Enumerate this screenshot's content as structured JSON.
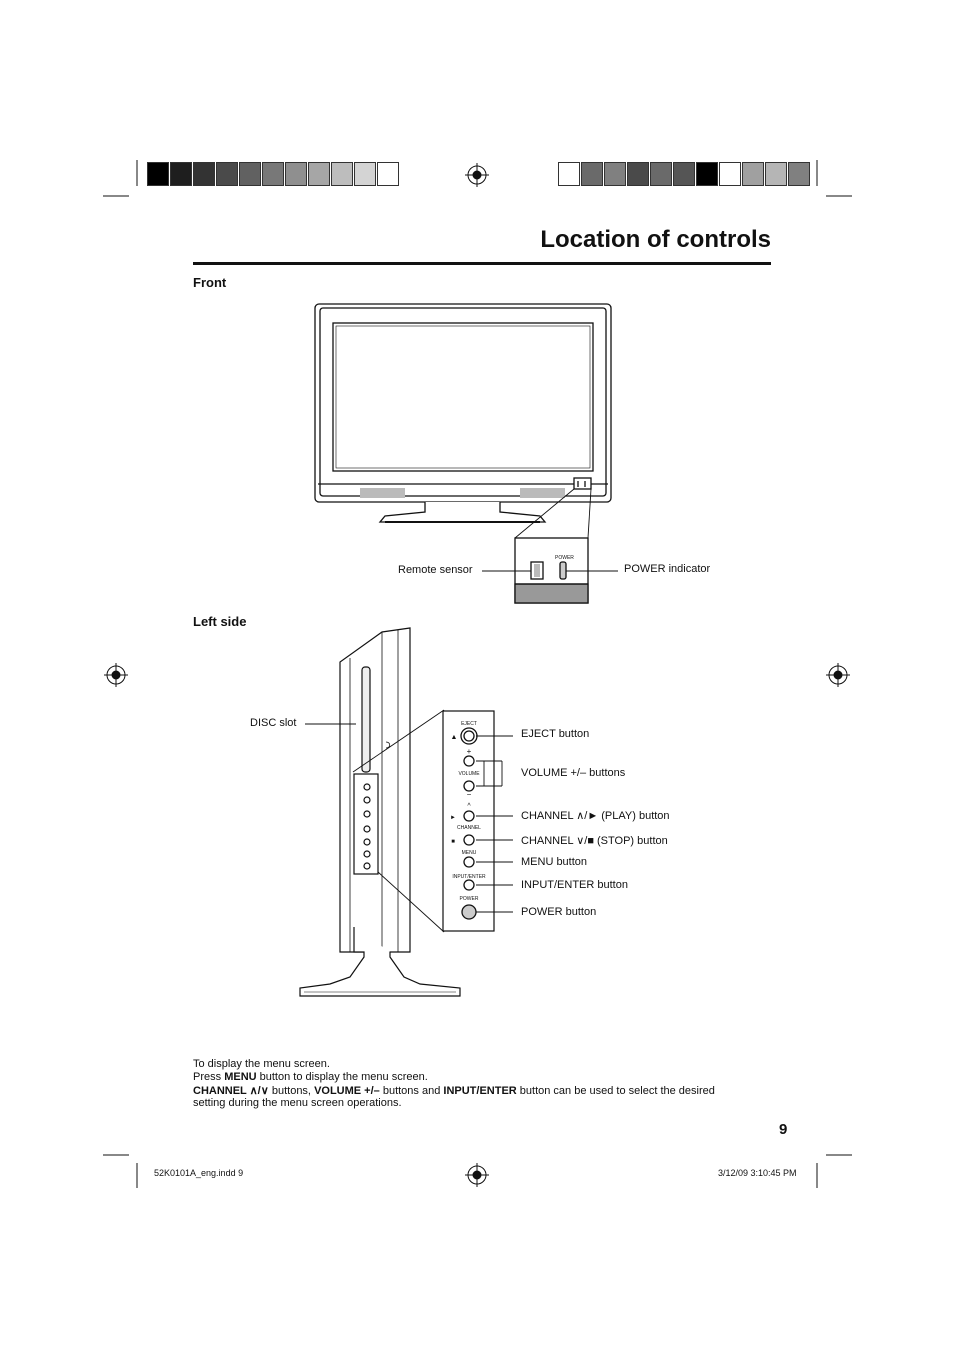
{
  "page": {
    "title": "Location of controls",
    "page_number": "9"
  },
  "printer_marks": {
    "left_swatches": [
      "#000000",
      "#1e1e1e",
      "#333333",
      "#4a4a4a",
      "#616161",
      "#787878",
      "#8f8f8f",
      "#a6a6a6",
      "#bdbdbd",
      "#d4d4d4",
      "#ffffff"
    ],
    "right_swatches": [
      "#ffffff",
      "#6a6a6a",
      "#808080",
      "#4a4a4a",
      "#6a6a6a",
      "#555555",
      "#000000",
      "#ffffff",
      "#a0a0a0",
      "#b5b5b5",
      "#808080"
    ]
  },
  "front": {
    "heading": "Front",
    "labels": {
      "remote_sensor": "Remote sensor",
      "power_indicator": "POWER indicator",
      "power_small": "POWER"
    }
  },
  "left_side": {
    "heading": "Left side",
    "labels": {
      "disc_slot": "DISC slot",
      "eject": "EJECT button",
      "volume": "VOLUME +/– buttons",
      "channel_up": "CHANNEL ∧/► (PLAY) button",
      "channel_down": "CHANNEL ∨/■ (STOP) button",
      "menu": "MENU button",
      "input_enter": "INPUT/ENTER button",
      "power": "POWER button"
    },
    "panel_text": {
      "eject": "EJECT",
      "volume": "VOLUME",
      "channel": "CHANNEL",
      "menu": "MENU",
      "input_enter": "INPUT/ENTER",
      "power": "POWER"
    }
  },
  "instructions": {
    "line1": "To display the menu screen.",
    "line2_pre": "Press ",
    "line2_bold": "MENU",
    "line2_post": " button to display the menu screen.",
    "line3_b1": "CHANNEL ∧/∨",
    "line3_t1": " buttons, ",
    "line3_b2": "VOLUME +/–",
    "line3_t2": " buttons and ",
    "line3_b3": "INPUT/ENTER",
    "line3_t3": " button can be used to select the desired",
    "line4": "setting during the menu screen operations."
  },
  "footer": {
    "file": "52K0101A_eng.indd   9",
    "timestamp": "3/12/09   3:10:45 PM"
  }
}
